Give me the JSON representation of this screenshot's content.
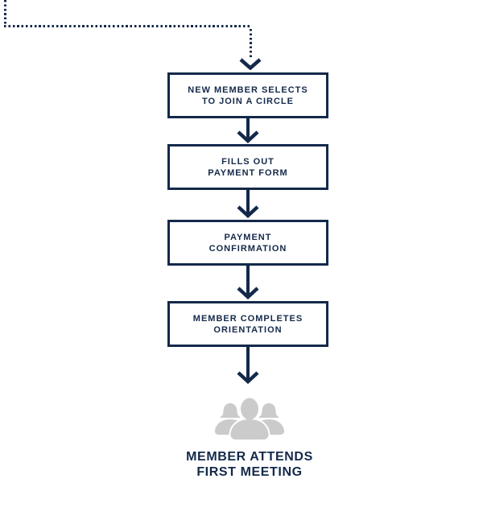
{
  "flow": {
    "steps": [
      {
        "label": "NEW MEMBER SELECTS\nTO JOIN A CIRCLE"
      },
      {
        "label": "FILLS OUT\nPAYMENT FORM"
      },
      {
        "label": "PAYMENT\nCONFIRMATION"
      },
      {
        "label": "MEMBER COMPLETES\nORIENTATION"
      }
    ],
    "final_step": {
      "label": "MEMBER ATTENDS\nFIRST MEETING",
      "icon": "group-people-icon"
    }
  },
  "colors": {
    "navy": "#14294A",
    "icon_gray": "#CBCBCB",
    "background": "#FFFFFF"
  }
}
